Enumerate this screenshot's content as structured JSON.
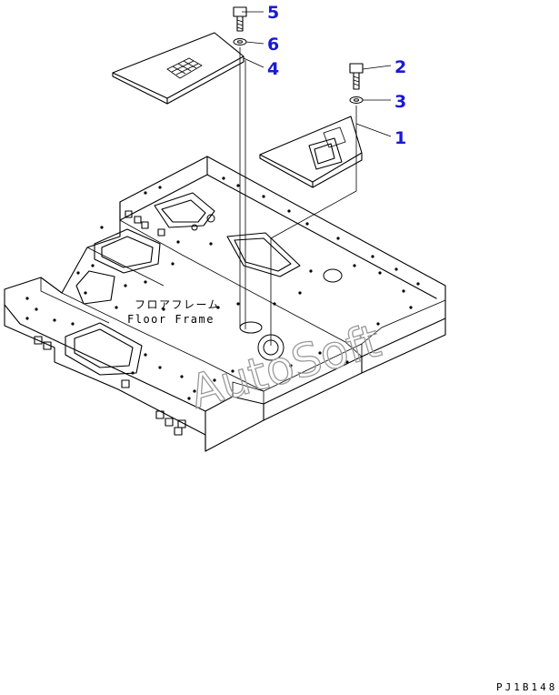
{
  "callouts": [
    {
      "number": "1"
    },
    {
      "number": "2"
    },
    {
      "number": "3"
    },
    {
      "number": "4"
    },
    {
      "number": "5"
    },
    {
      "number": "6"
    }
  ],
  "frame_label": {
    "japanese": "フロアフレーム",
    "english": "Floor Frame"
  },
  "watermark": "AutoSoft",
  "diagram_code": "PJ1B148",
  "colors": {
    "callout": "#1a1ad4",
    "line": "#000000",
    "watermark": "#9a9a9a",
    "background": "#ffffff"
  }
}
